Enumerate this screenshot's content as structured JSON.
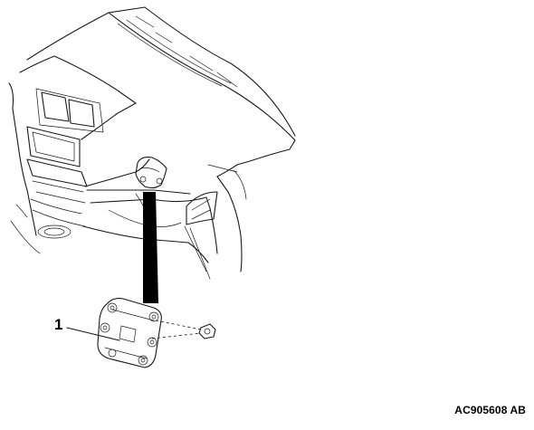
{
  "diagram": {
    "callouts": [
      {
        "label": "1",
        "target": "control unit"
      }
    ],
    "figure_id": "AC905608 AB"
  }
}
